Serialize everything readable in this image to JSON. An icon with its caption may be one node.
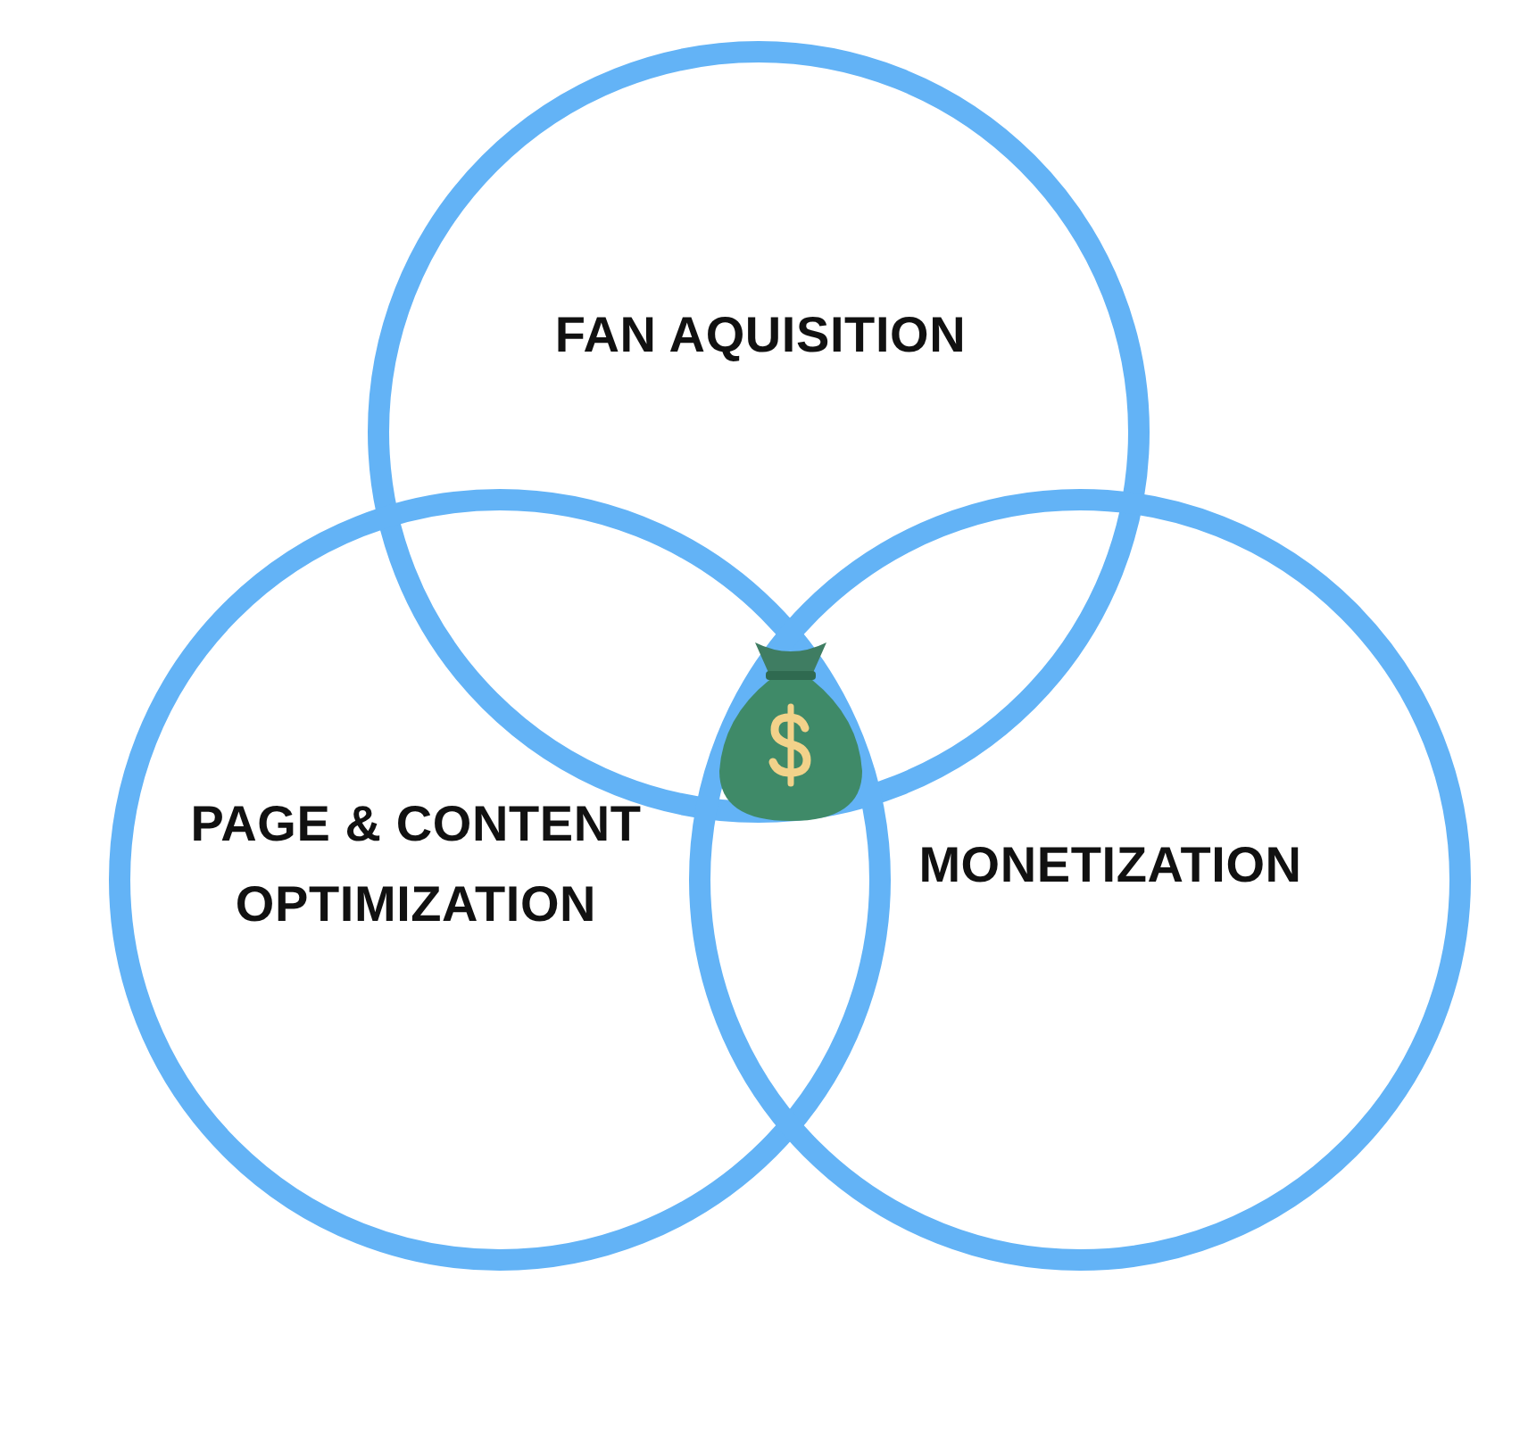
{
  "diagram": {
    "nodes": [
      {
        "text": [
          "FAN AQUISITION"
        ]
      },
      {
        "text": [
          "PAGE & CONTENT OPTIMIZATION"
        ]
      },
      {
        "text": [
          "MONETIZATION"
        ]
      }
    ]
  }
}
